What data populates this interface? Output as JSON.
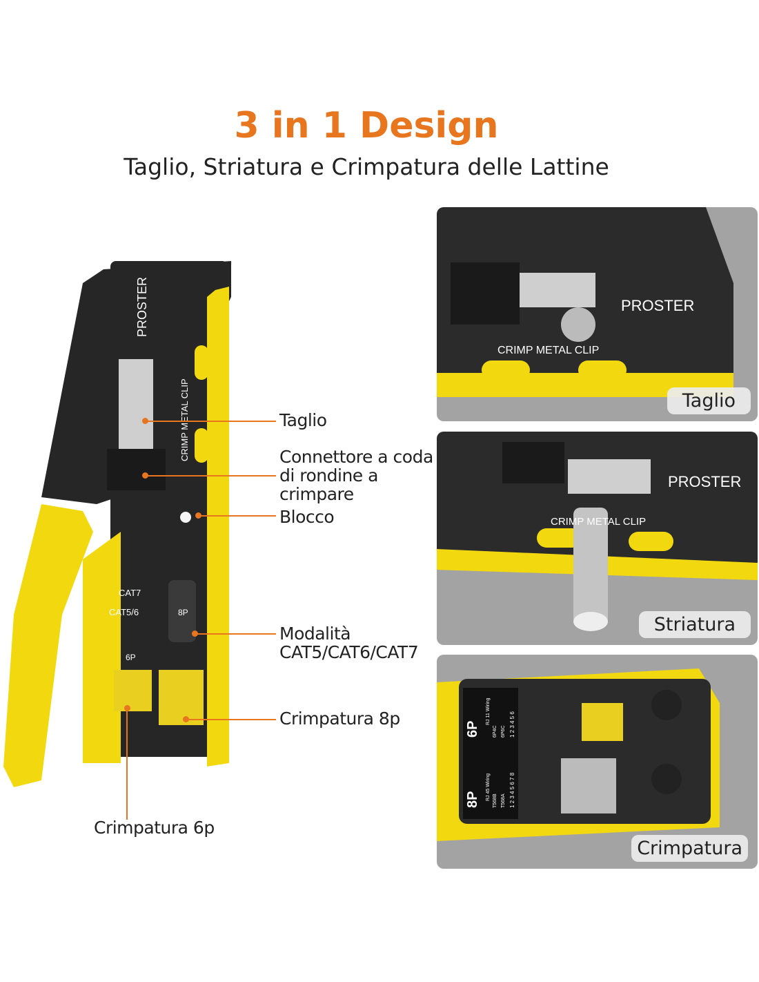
{
  "header": {
    "title": "3 in 1 Design",
    "subtitle": "Taglio, Striatura e Crimpatura delle Lattine"
  },
  "tool": {
    "brand": "PROSTER",
    "clip_label": "CRIMP METAL CLIP",
    "cat7": "CAT7",
    "cat56": "CAT5/6",
    "p8": "8P",
    "p6": "6P"
  },
  "callouts": {
    "taglio": "Taglio",
    "connettore_1": "Connettore a coda",
    "connettore_2": "di rondine a",
    "connettore_3": "crimpare",
    "blocco": "Blocco",
    "modalita_1": "Modalità",
    "modalita_2": "CAT5/CAT6/CAT7",
    "crimp8p": "Crimpatura 8p",
    "crimp6p": "Crimpatura 6p"
  },
  "panels": [
    {
      "label": "Taglio",
      "brand": "PROSTER",
      "clip": "CRIMP METAL CLIP"
    },
    {
      "label": "Striatura",
      "brand": "PROSTER",
      "clip": "CRIMP METAL CLIP"
    },
    {
      "label": "Crimpatura",
      "big6": "6P",
      "big8": "8P",
      "rj11": "RJ 11 Wiring",
      "rj45": "RJ 45 Wiring",
      "p6p4c": "6P4C",
      "p6p6c": "6P6C",
      "t568b": "T568B",
      "t568a": "T568A",
      "nums6": "1 2 3 4 5 6",
      "nums8": "1 2 3 4 5 6 7 8"
    }
  ],
  "colors": {
    "accent": "#e8761f",
    "yellow": "#f2d90f",
    "body": "#2b2b2b"
  }
}
